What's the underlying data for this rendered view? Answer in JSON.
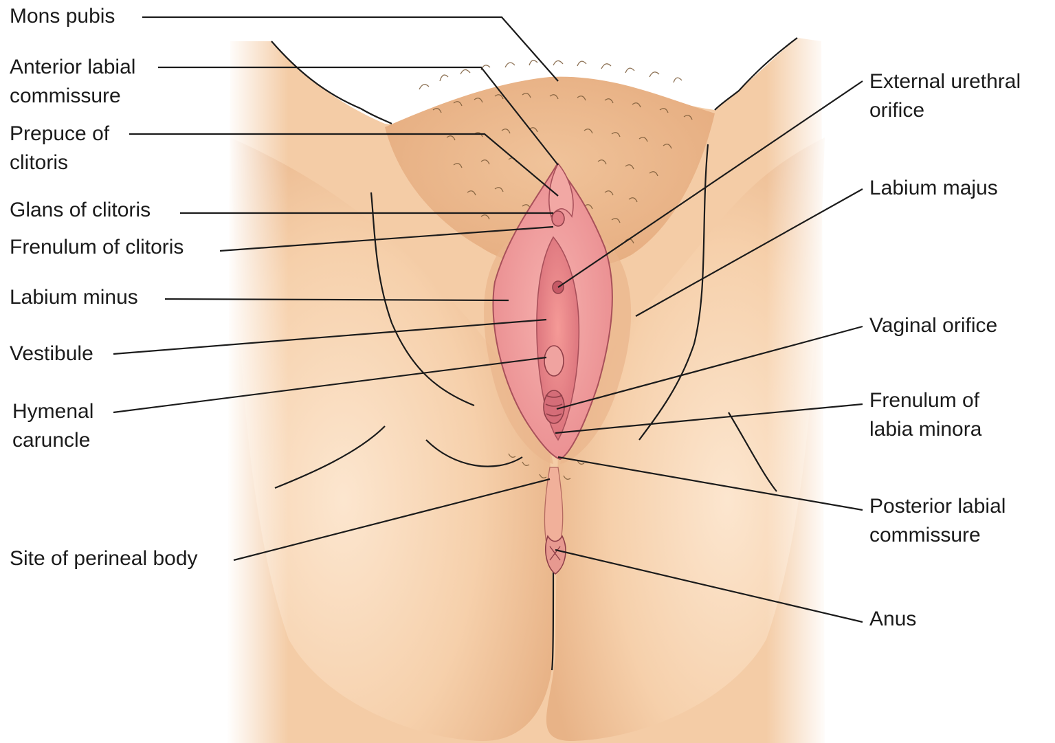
{
  "labels": {
    "mons_pubis": "Mons pubis",
    "anterior_labial_commissure": "Anterior labial\ncommissure",
    "prepuce_of_clitoris": "Prepuce of\nclitoris",
    "glans_of_clitoris": "Glans of clitoris",
    "frenulum_of_clitoris": "Frenulum of clitoris",
    "labium_minus": "Labium minus",
    "vestibule": "Vestibule",
    "hymenal_caruncle": "Hymenal\ncaruncle",
    "site_of_perineal_body": "Site of perineal body",
    "external_urethral_orifice": "External urethral\norifice",
    "labium_majus": "Labium majus",
    "vaginal_orifice": "Vaginal orifice",
    "frenulum_of_labia_minora": "Frenulum of\nlabia minora",
    "posterior_labial_commissure": "Posterior labial\ncommissure",
    "anus": "Anus"
  },
  "colors": {
    "skin_light": "#fbe0c4",
    "skin_mid": "#f3c79e",
    "skin_shadow": "#e2a77c",
    "mucosa": "#f3a3a3",
    "mucosa_dark": "#d9707a",
    "hair": "#7a5a38",
    "line": "#1b1b1b"
  }
}
